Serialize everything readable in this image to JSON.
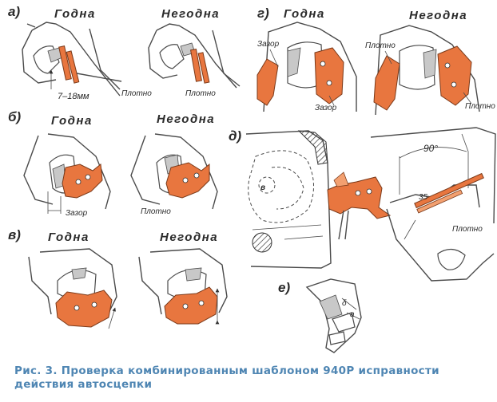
{
  "panels": {
    "a": {
      "letter": "а)",
      "good": "Годна",
      "bad": "Негодна",
      "dim": "7–18мм",
      "tight1": "Плотно",
      "tight2": "Плотно"
    },
    "b": {
      "letter": "б)",
      "good": "Годна",
      "bad": "Негодна",
      "gap": "Зазор",
      "tight": "Плотно"
    },
    "v": {
      "letter": "в)",
      "good": "Годна",
      "bad": "Негодна"
    },
    "g": {
      "letter": "г)",
      "good": "Годна",
      "bad": "Негодна",
      "gap1": "Зазор",
      "gap2": "Зазор",
      "tight1": "Плотно",
      "tight2": "Плотно"
    },
    "d": {
      "letter": "д)",
      "angle": "90°",
      "dim35": "35",
      "tight": "Плотно",
      "mark": "в"
    },
    "e": {
      "letter": "е)",
      "delta": "δ",
      "alpha": "а"
    }
  },
  "caption": {
    "line1": "Рис. 3. Проверка комбинированным шаблоном 940Р исправности",
    "line2": "действия автосцепки"
  },
  "colors": {
    "template": "#e8763f",
    "caption": "#4f86b3",
    "line": "#4a4a4a"
  }
}
